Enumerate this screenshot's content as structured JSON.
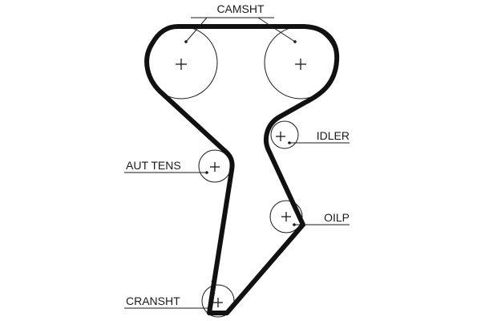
{
  "labels": {
    "camshaft": "CAMSHT",
    "idler": "IDLER",
    "auto_tensioner": "AUT TENS",
    "oil_pump": "OILP",
    "crankshaft": "CRANSHT"
  },
  "colors": {
    "line": "#1a1a1a",
    "belt": "#111111",
    "background": "#ffffff"
  }
}
